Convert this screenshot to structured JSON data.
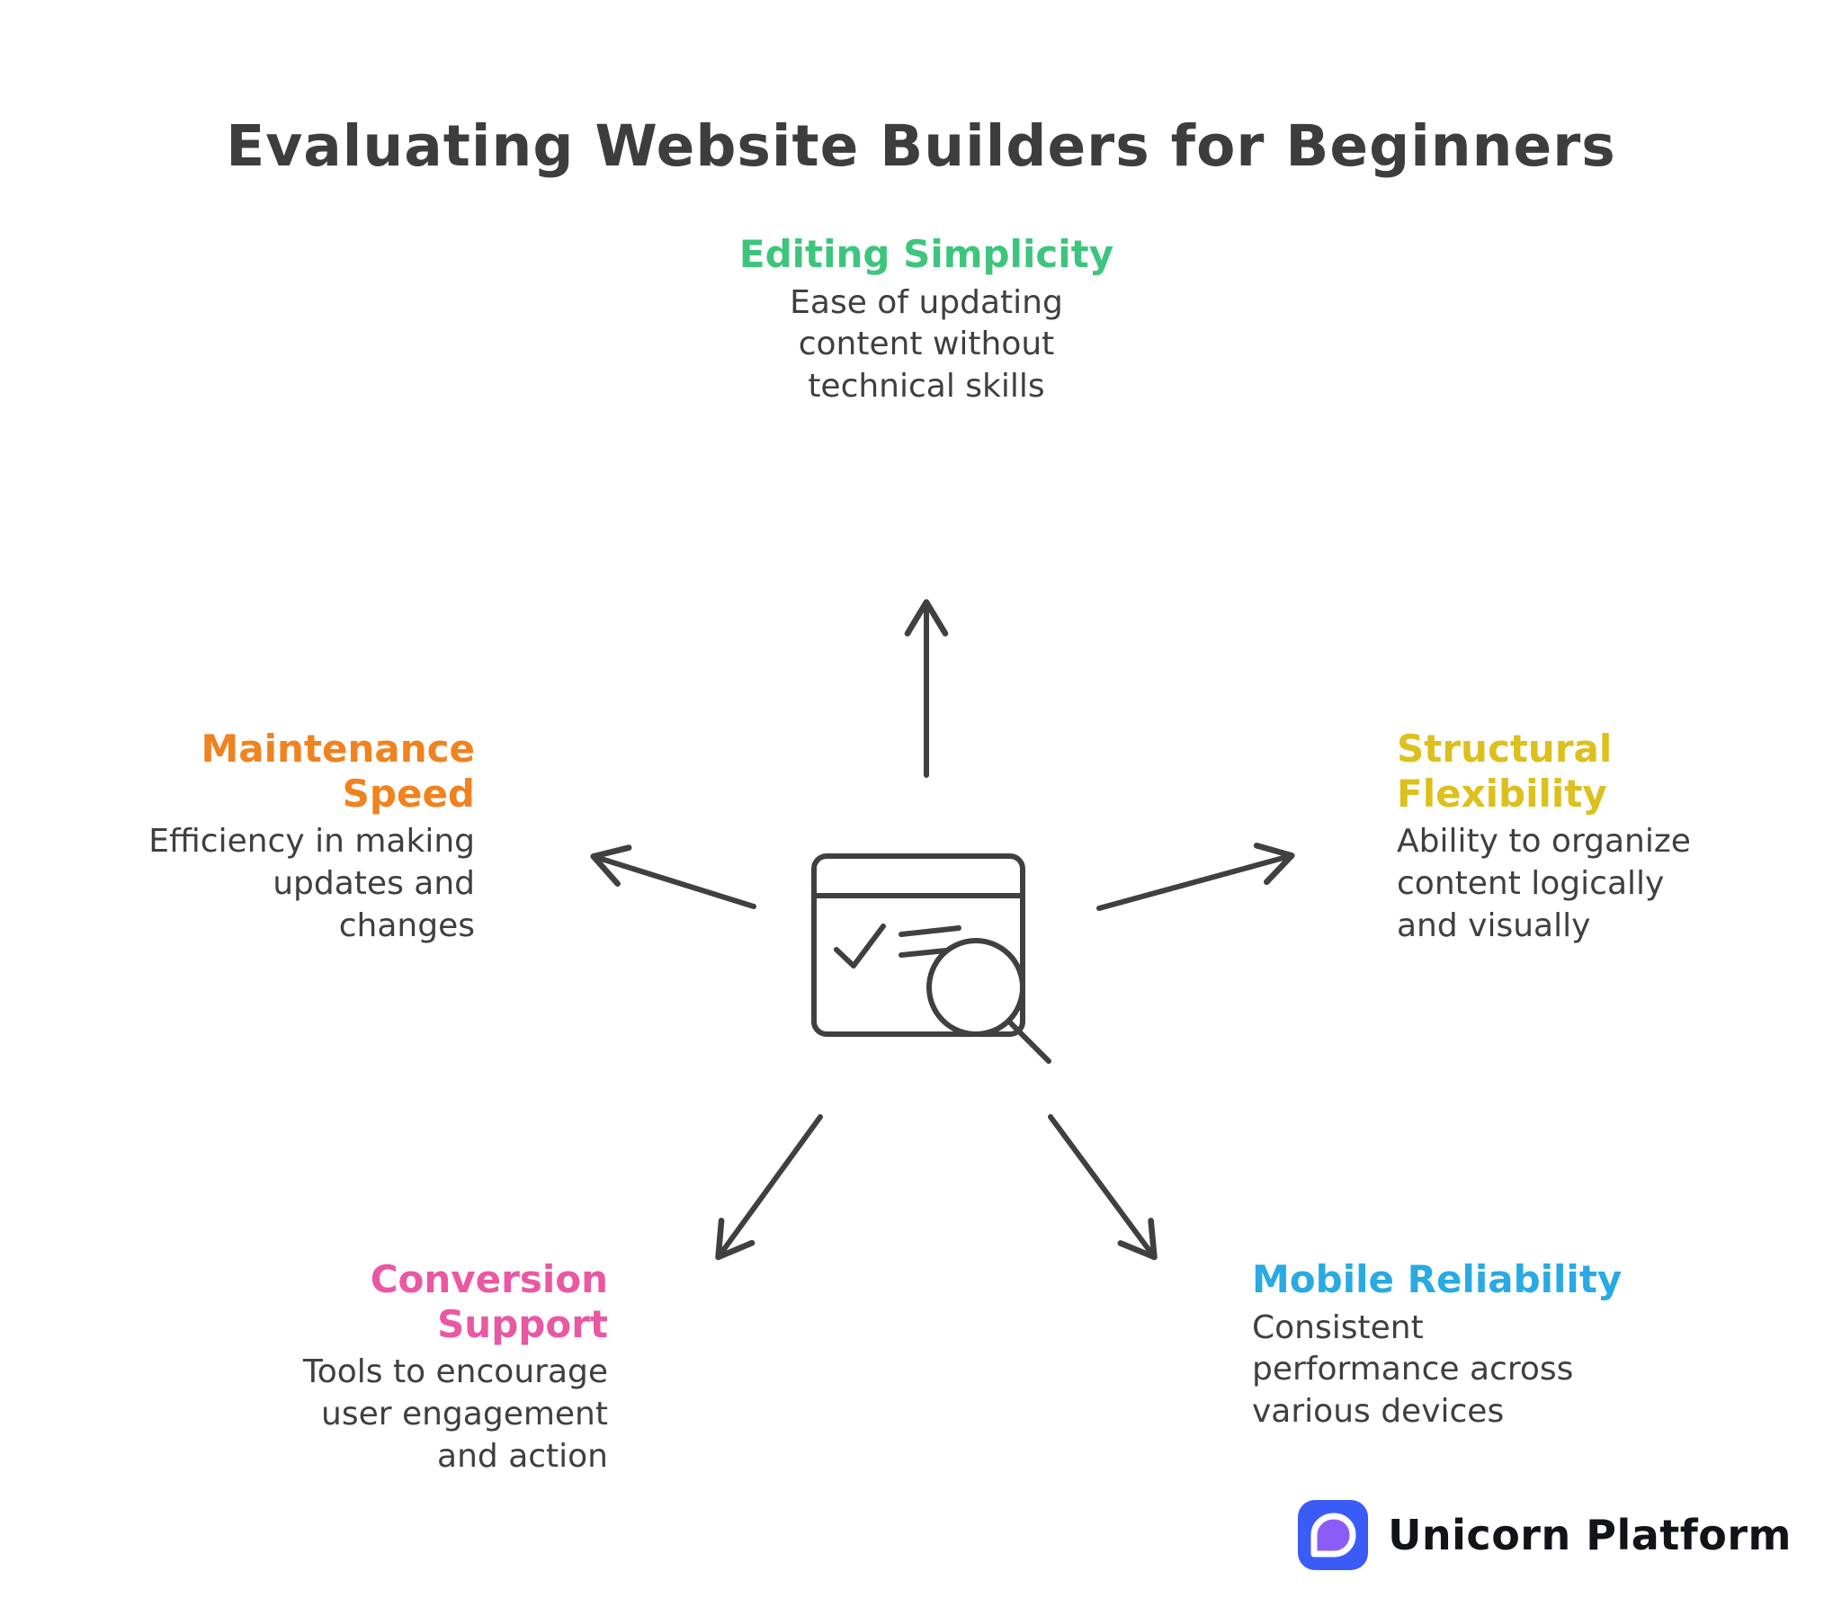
{
  "title": "Evaluating Website Builders for Beginners",
  "nodes": {
    "editing": {
      "heading": "Editing Simplicity",
      "body": "Ease of updating\ncontent without\ntechnical skills",
      "color": "#3ec57d"
    },
    "maintenance": {
      "heading": "Maintenance\nSpeed",
      "body": "Efficiency in making\nupdates and\nchanges",
      "color": "#f0821f"
    },
    "structural": {
      "heading": "Structural\nFlexibility",
      "body": "Ability to organize\ncontent logically\nand visually",
      "color": "#dcc01e"
    },
    "conversion": {
      "heading": "Conversion\nSupport",
      "body": "Tools to encourage\nuser engagement\nand action",
      "color": "#ea57a3"
    },
    "mobile": {
      "heading": "Mobile Reliability",
      "body": "Consistent\nperformance across\nvarious devices",
      "color": "#29aae2"
    }
  },
  "icons": {
    "center": "browser-checklist-search-icon",
    "brand": "unicorn-platform-logo-icon"
  },
  "colors": {
    "title_text": "#3d3d3d",
    "body_text": "#3f3f3f",
    "diagram_stroke": "#404040",
    "brand_blue": "#3b5bf6",
    "brand_text": "#12141a"
  },
  "branding": {
    "name": "Unicorn Platform"
  }
}
